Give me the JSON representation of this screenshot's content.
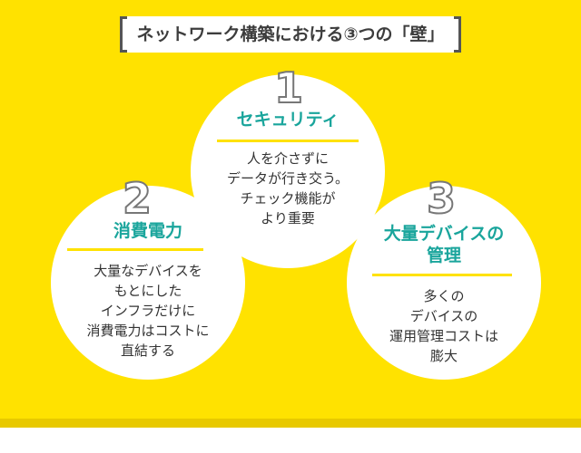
{
  "title": "ネットワーク構築における③つの「壁」",
  "items": [
    {
      "number": "1",
      "heading": [
        "セキュリティ"
      ],
      "lines": [
        "人を介さずに",
        "データが行き交う。",
        "チェック機能が",
        "より重要"
      ]
    },
    {
      "number": "2",
      "heading": [
        "消費電力"
      ],
      "lines": [
        "大量なデバイスを",
        "もとにした",
        "インフラだけに",
        "消費電力はコストに",
        "直結する"
      ]
    },
    {
      "number": "3",
      "heading": [
        "大量デバイスの",
        "管理"
      ],
      "lines": [
        "多くの",
        "デバイスの",
        "運用管理コストは",
        "膨大"
      ]
    }
  ],
  "colors": {
    "background": "#ffe200",
    "accent": "#1aa59c",
    "text": "#333333"
  }
}
